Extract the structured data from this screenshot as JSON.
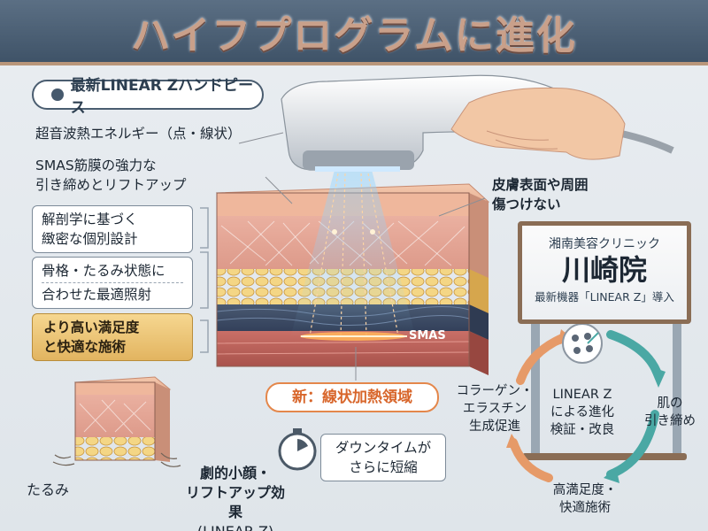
{
  "title": "ハイフプログラムに進化",
  "handpiece_label": "最新LINEAR Zハンドピース",
  "ultrasound_label": "超音波熱エネルギー（点・線状）",
  "smas_lift_label": [
    "SMAS筋膜の強力な",
    "引き締めとリフトアップ"
  ],
  "skin_label": [
    "皮膚表面や周囲",
    "傷つけない"
  ],
  "design_label": [
    "解剖学に基づく",
    "緻密な個別設計"
  ],
  "irradiation_label": [
    "骨格・たるみ状態に",
    "合わせた最適照射"
  ],
  "satisfaction_label": [
    "より高い満足度",
    "と快適な施術"
  ],
  "smas_layer_label": "SMAS",
  "linear_heating_label": "新：線状加熱領域",
  "sign": {
    "clinic": "湘南美容クリニック",
    "branch": "川崎院",
    "intro": "最新機器「LINEAR Z」導入"
  },
  "cycle": {
    "center": [
      "LINEAR Z",
      "による進化",
      "検証・改良"
    ],
    "right": [
      "肌の",
      "引き締め"
    ],
    "bottom": [
      "高満足度・",
      "快適施術"
    ],
    "left": [
      "コラーゲン・",
      "エラスチン",
      "生成促進"
    ]
  },
  "sagging_label": "たるみ",
  "result_label": [
    "劇的小顔・",
    "リフトアップ効果",
    "(LINEAR Z)"
  ],
  "downtime_label": [
    "ダウンタイムが",
    "さらに短縮"
  ],
  "colors": {
    "banner": "#4b5f74",
    "accent_orange": "#e4874b",
    "gold": "#e2b460",
    "teal": "#3a9c9a",
    "frame": "#8a6d55"
  }
}
